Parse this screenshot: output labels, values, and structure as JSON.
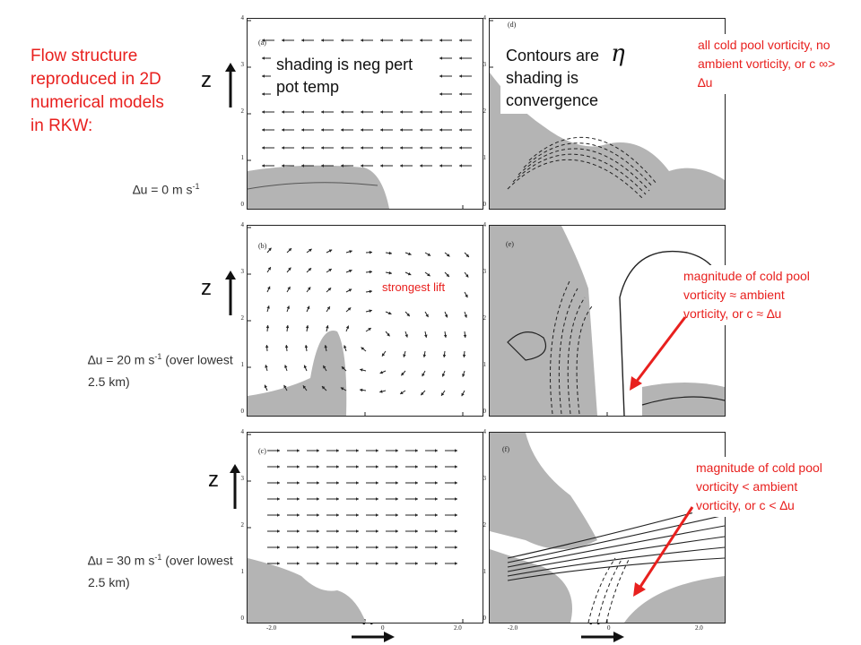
{
  "heading": "Flow structure reproduced in 2D numerical models in RKW:",
  "captions": {
    "left": "shading is neg pert pot temp",
    "right_prefix": "Contours are",
    "right_symbol": "η",
    "right_suffix": "shading is convergence"
  },
  "shear_labels": [
    {
      "prefix": "∆u = 0 m s",
      "exp": "-1",
      "suffix": ""
    },
    {
      "prefix": "∆u = 20 m s",
      "exp": "-1",
      "suffix": " (over lowest 2.5 km)"
    },
    {
      "prefix": "∆u = 30 m s",
      "exp": "-1",
      "suffix": " (over lowest 2.5 km)"
    }
  ],
  "notes": {
    "top": "all cold pool vorticity, no ambient vorticity, or c ∞> ∆u",
    "middle": "magnitude of cold pool vorticity ≈ ambient vorticity, or c ≈ ∆u",
    "bottom": "magnitude of cold pool vorticity < ambient vorticity, or c < ∆u",
    "lift": "strongest lift"
  },
  "axis_letters": {
    "z": "z",
    "x": "x"
  },
  "panel_labels": [
    "(a)",
    "(b)",
    "(c)",
    "(d)",
    "(e)",
    "(f)"
  ],
  "y_ticks": [
    "4",
    "3",
    "2",
    "1",
    "0"
  ],
  "x_ticks": [
    "-2.0",
    "0",
    "2.0"
  ],
  "colors": {
    "accent": "#e8201e",
    "shade": "#b4b4b4",
    "ink": "#222222"
  }
}
